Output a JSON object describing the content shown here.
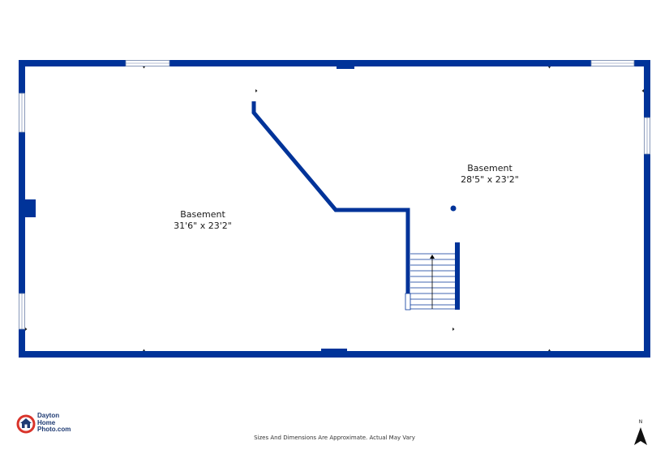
{
  "rooms": [
    {
      "name": "Basement",
      "dimensions": "31'6\" x 23'2\""
    },
    {
      "name": "Basement",
      "dimensions": "28'5\" x 23'2\""
    }
  ],
  "disclaimer": "Sizes And Dimensions Are Approximate. Actual May Vary",
  "logo": {
    "line1": "Dayton",
    "line2": "Home",
    "line3": "Photo.com"
  },
  "compass": {
    "label": "N"
  },
  "colors": {
    "wall": "#003399",
    "logo_red": "#d9342b",
    "logo_blue": "#1f3b73"
  },
  "stairs": {
    "direction": "up"
  }
}
